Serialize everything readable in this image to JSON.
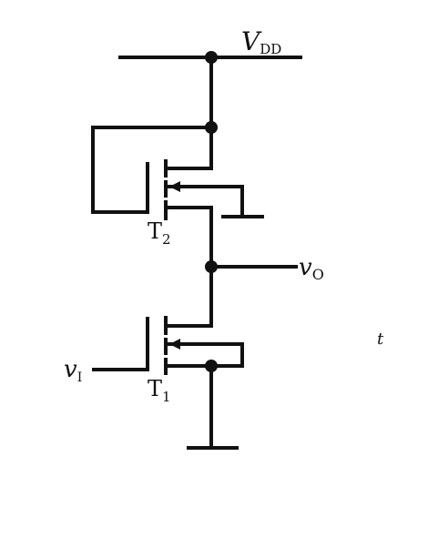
{
  "labels": {
    "vdd_main": "V",
    "vdd_sub": "DD",
    "vo_main": "v",
    "vo_sub": "O",
    "vi_main": "v",
    "vi_sub": "I",
    "t2_main": "T",
    "t2_sub": "2",
    "t1_main": "T",
    "t1_sub": "1",
    "stray_mark": "t"
  }
}
